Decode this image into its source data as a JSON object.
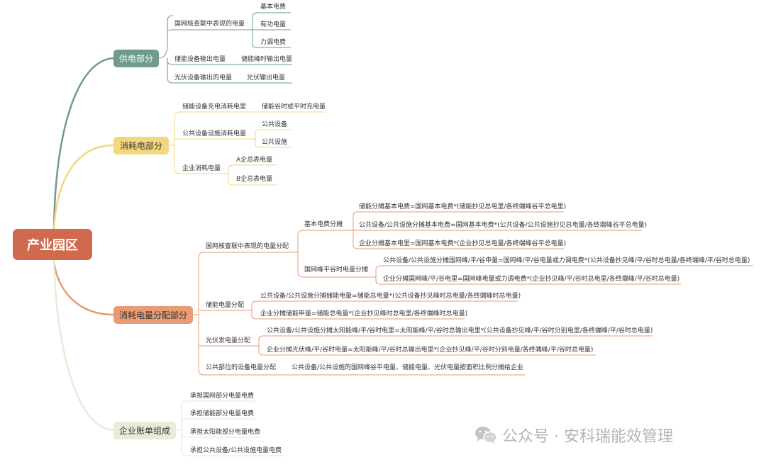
{
  "root": "产业园区",
  "branches": {
    "supply": {
      "label": "供电部分",
      "grid": "国网核查联中表现的电量",
      "grid_items": [
        "基本电费",
        "有功电量",
        "力调电费"
      ],
      "storage": "储能设备输出电量",
      "storage_item": "储能峰时输出电量",
      "pv": "光伏设备输出的电量",
      "pv_item": "光伏输出电量"
    },
    "consume": {
      "label": "消耗电部分",
      "storage": "储能设备充电消耗电里",
      "storage_item": "储能谷时或平时充电量",
      "public": "公共设备设施消耗电量",
      "public_items": [
        "公共设备",
        "公共设施"
      ],
      "enterprise": "企业消耗电量",
      "enterprise_items": [
        "A企总表电量",
        "B企总表电量"
      ]
    },
    "distribution": {
      "label": "消耗电量分配部分",
      "grid": "国网核查联中表现的电量分配",
      "basic": "基本电费分摊",
      "basic_items": [
        "储能分摊基本电费=国网基本电费*(储能抄见总电里/各终端峰谷平总电里)",
        "公共设备/公共设施分摊基本电费=国网基本电费*(公共设备/公共设施抄见总电量/各终端峰谷平总电量)",
        "企业分摊基本电里=国网基本电费*(企业抄见总电量/各终端峰谷平总电量)"
      ],
      "peak": "国网峰平谷时电量分摊",
      "peak_items": [
        "公共设备/公共设施分摊国网峰/平/谷申量=国网峰/平/谷电量或力调电费*(公共设备抄见峰/平/谷时总电量/各终端峰/平/谷时总电量)",
        "企业分摊国网峰/平/谷电里=国网峰电量或力调电费*(企业抄见峰/平/谷时总电里/各终端峰/平/谷时总电量)"
      ],
      "storage": "储能电量分配",
      "storage_items": [
        "公共设备/公共设施分摊储能电量=储能总电量*(公共设备抄见峰时总电量/各终端峰时总电量)",
        "企业分摊储能申量=储能总电量*(企业抄见峰时总电里/各终端峰时总电量)"
      ],
      "pv": "光伏发电量分配",
      "pv_items": [
        "公共设备/公共设施分摊太阳能峰/平/谷时电里=太阳能峰/平/谷时总输出电里*(公共设备抄见峰/平/谷时分别电里/各终端峰/平/谷时总电量)",
        "企业分摊光伏峰/平/谷时电量=太阳能峰/平/谷时总输出电里*(企业抄见峰/平/谷时分别电量/各终端峰/平/谷时总电量)"
      ],
      "public": "公共部位的设备电量分配",
      "public_item": "公共设备/公共设施的国网峰谷平电量、储能电量、光伏电量按面积比例分摊给企业"
    },
    "billing": {
      "label": "企业账单组成",
      "items": [
        "承担国网部分电量电费",
        "承担储能部分电量电费",
        "承担太阳能部分电量电费",
        "承担公共设备/公共设施电量电费"
      ]
    }
  },
  "watermark": "公众号 · 安科瑞能效管理",
  "colors": {
    "root": "#d06a4c",
    "supply": "#6e9b8b",
    "consume": "#f2d77e",
    "distribution": "#e99b74",
    "billing": "#e7ecd8"
  }
}
